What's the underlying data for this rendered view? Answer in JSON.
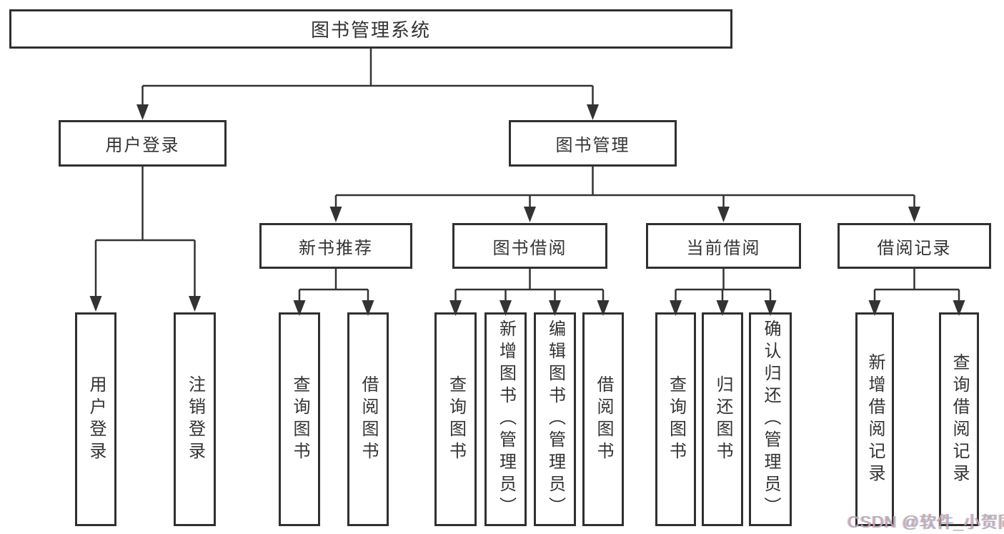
{
  "diagram": {
    "root": {
      "label": "图书管理系统",
      "children": [
        {
          "label": "用户登录",
          "children": [
            {
              "label": "用户登录"
            },
            {
              "label": "注销登录"
            }
          ]
        },
        {
          "label": "图书管理",
          "children": [
            {
              "label": "新书推荐",
              "children": [
                {
                  "label": "查询图书"
                },
                {
                  "label": "借阅图书"
                }
              ]
            },
            {
              "label": "图书借阅",
              "children": [
                {
                  "label": "查询图书"
                },
                {
                  "label": "新增图书（管理员）"
                },
                {
                  "label": "编辑图书（管理员）"
                },
                {
                  "label": "借阅图书"
                }
              ]
            },
            {
              "label": "当前借阅",
              "children": [
                {
                  "label": "查询图书"
                },
                {
                  "label": "归还图书"
                },
                {
                  "label": "确认归还（管理员）"
                }
              ]
            },
            {
              "label": "借阅记录",
              "children": [
                {
                  "label": "新增借阅记录"
                },
                {
                  "label": "查询借阅记录"
                }
              ]
            }
          ]
        }
      ]
    },
    "colors": {
      "line": "#333333",
      "box_border": "#303030",
      "text": "#333333",
      "watermark": "#b3b1b1"
    }
  },
  "watermark": {
    "text": "CSDN @软件_小贺同学"
  }
}
